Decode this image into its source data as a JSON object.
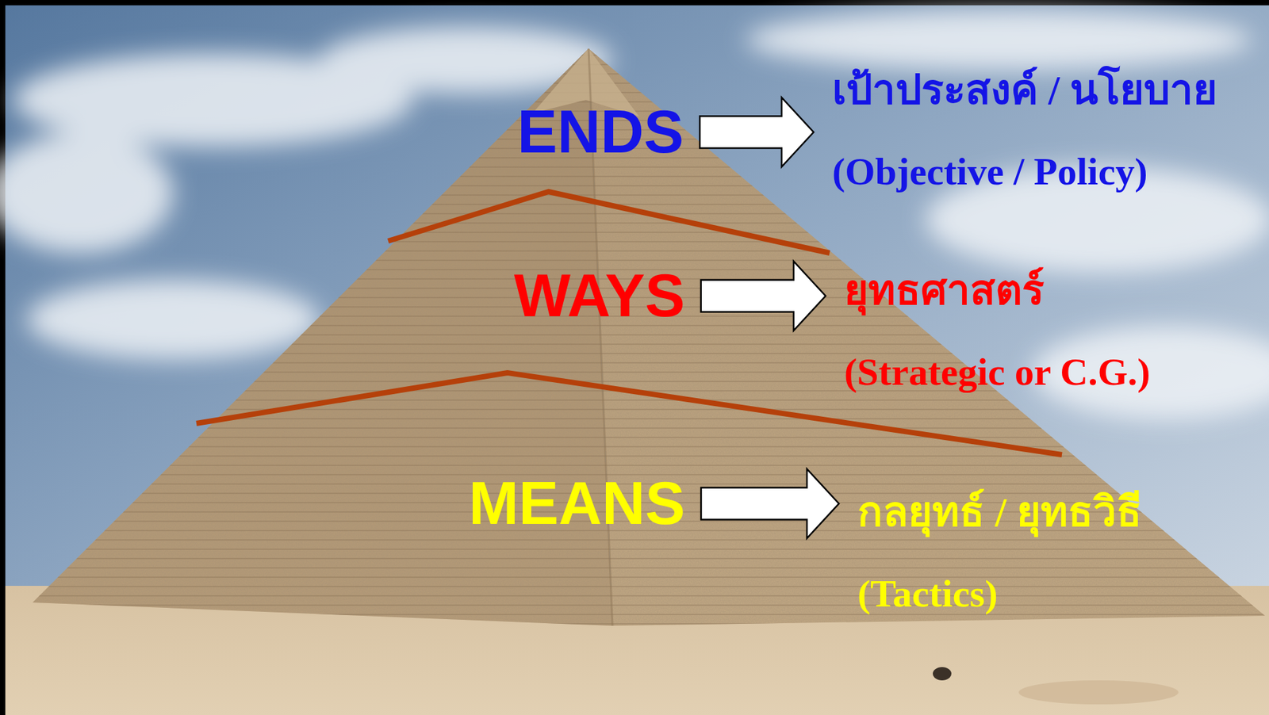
{
  "diagram": {
    "nodes": [
      {
        "text": [
          "ENDS"
        ]
      },
      {
        "text": [
          "เป้าประสงค์ / นโยบาย",
          "(Objective / Policy)"
        ]
      },
      {
        "text": [
          "WAYS"
        ]
      },
      {
        "text": [
          "ยุทธศาสตร์",
          "(Strategic or C.G.)"
        ]
      },
      {
        "text": [
          "MEANS"
        ]
      },
      {
        "text": [
          "กลยุทธ์ / ยุทธวิธี",
          "(Tactics)"
        ]
      }
    ],
    "edges": [
      {
        "from": 0,
        "to": 1,
        "arrow": "to"
      },
      {
        "from": 2,
        "to": 3,
        "arrow": "to"
      },
      {
        "from": 4,
        "to": 5,
        "arrow": "to"
      }
    ]
  }
}
